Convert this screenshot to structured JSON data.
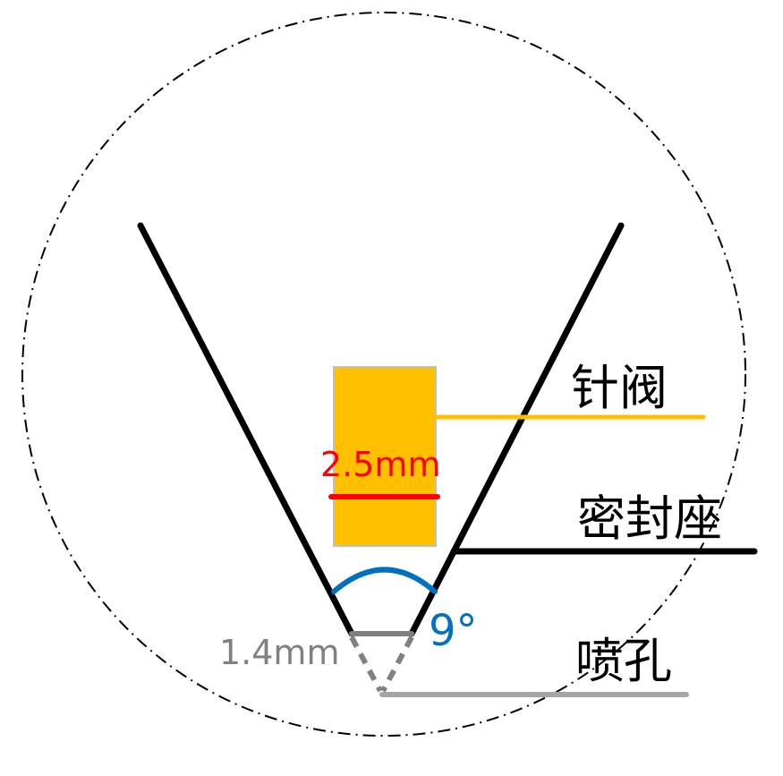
{
  "labels": {
    "needle_valve": "针阀",
    "seal_seat": "密封座",
    "nozzle_hole": "喷孔",
    "needle_width": "2.5mm",
    "hole_width": "1.4mm",
    "cone_angle": "9°"
  },
  "colors": {
    "needle_fill": "#FFC000",
    "needle_leader": "#FFC000",
    "dimension_red": "#FF0000",
    "angle_blue": "#0070C0",
    "hole_gray": "#808080",
    "leader_gray": "#A6A6A6",
    "seat_black": "#000000",
    "outline_circle": "#000000"
  }
}
